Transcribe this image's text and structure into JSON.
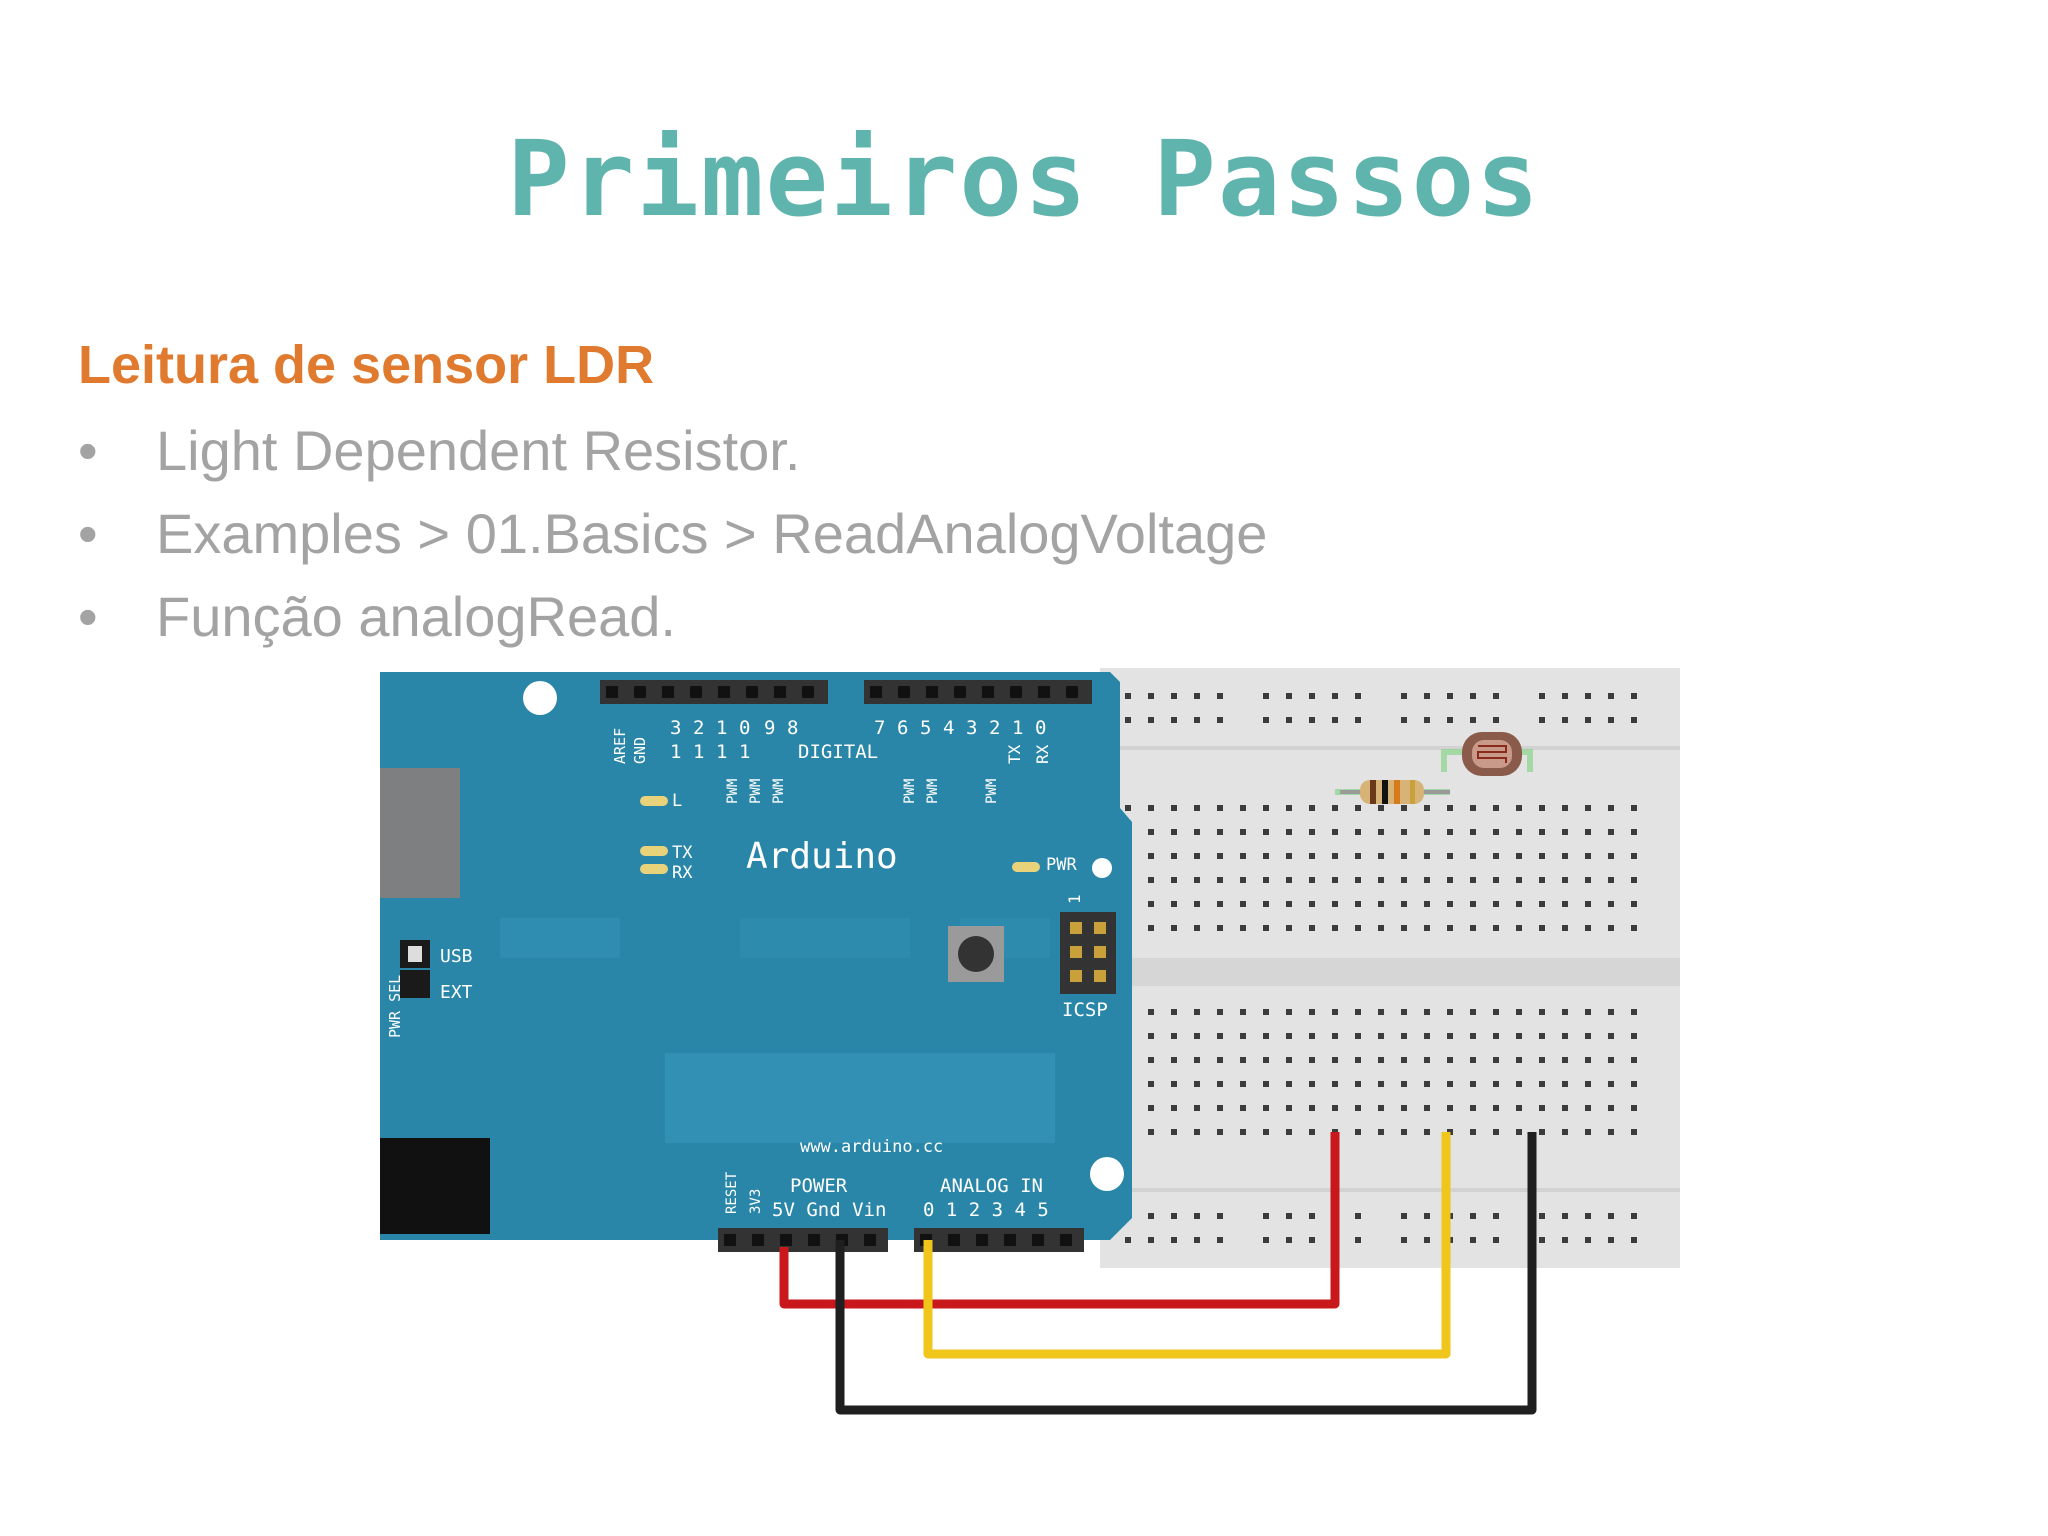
{
  "slide": {
    "title": "Primeiros Passos",
    "subtitle": "Leitura de sensor LDR",
    "bullet_glyph": "•",
    "bullets": [
      "Light Dependent Resistor.",
      "Examples > 01.Basics > ReadAnalogVoltage",
      "Função analogRead."
    ]
  },
  "board": {
    "name": "Arduino",
    "url": "www.arduino.cc",
    "digital_label": "DIGITAL",
    "aref": "AREF",
    "gnd": "GND",
    "top_pins": [
      "3",
      "2",
      "1",
      "0",
      "9",
      "8",
      "7",
      "6",
      "5",
      "4",
      "3",
      "2",
      "1",
      "0"
    ],
    "tens_digits": [
      "1",
      "1",
      "1",
      "1"
    ],
    "pwm": "PWM",
    "tx": "TX",
    "rx": "RX",
    "led_l": "L",
    "pwr": "PWR",
    "icsp": "ICSP",
    "icsp_one": "1",
    "pwr_sel": "PWR SEL",
    "usb": "USB",
    "ext": "EXT",
    "reset": "RESET",
    "v3": "3V3",
    "power_label": "POWER",
    "power_pins": "5V Gnd Vin",
    "analog_label": "ANALOG IN",
    "analog_pins": "0 1 2 3 4 5",
    "colors": {
      "board": "#2a86a8",
      "board_light": "#3390b3",
      "header": "#333333",
      "silk": "#ffffff"
    }
  },
  "wires": {
    "colors": {
      "power": "#c8181c",
      "signal": "#f0c61c",
      "ground": "#1f1f1f",
      "led": "#e8d27a"
    }
  }
}
